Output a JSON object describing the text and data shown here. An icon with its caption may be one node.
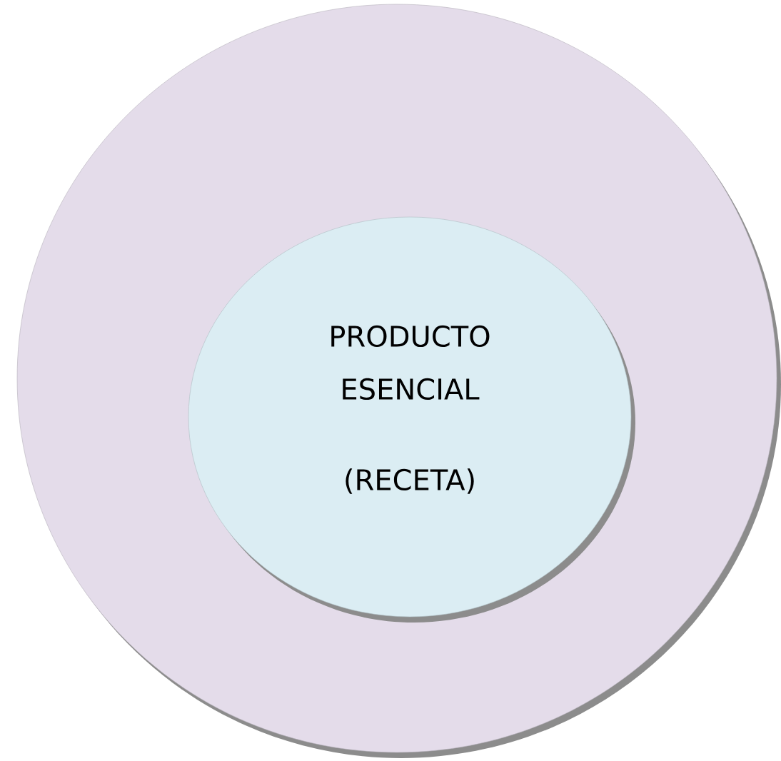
{
  "diagram": {
    "nodes": [
      {
        "text": [],
        "shape": "circle"
      },
      {
        "text": [
          "PRODUCTO ESENCIAL",
          "(RECETA)"
        ],
        "in": 0
      }
    ]
  }
}
